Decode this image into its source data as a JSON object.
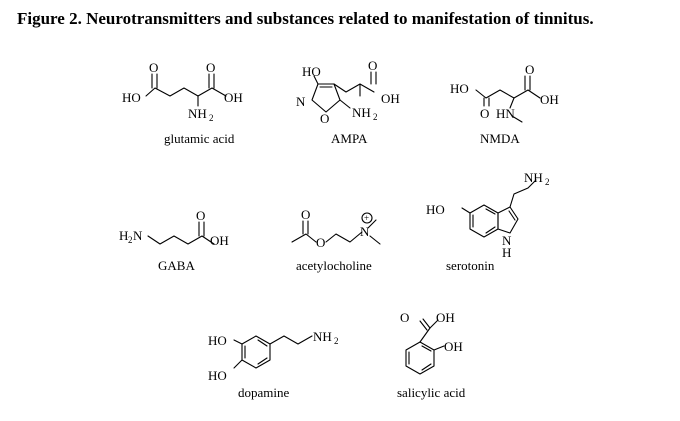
{
  "title": "Figure 2. Neurotransmitters and substances related to manifestation of tinnitus.",
  "molecules": [
    {
      "name": "glutamic acid",
      "atoms": {
        "o1": "O",
        "o2": "O",
        "ho": "HO",
        "oh": "OH",
        "nh": "NH",
        "nh_sub": "2"
      }
    },
    {
      "name": "AMPA",
      "atoms": {
        "ho": "HO",
        "o1": "O",
        "n": "N",
        "o_ring": "O",
        "oh": "OH",
        "nh": "NH",
        "nh_sub": "2"
      }
    },
    {
      "name": "NMDA",
      "atoms": {
        "ho": "HO",
        "o1": "O",
        "o2": "O",
        "oh": "OH",
        "hn": "HN"
      }
    },
    {
      "name": "GABA",
      "atoms": {
        "h2n": "H",
        "h2n_sub": "2",
        "h2n_n": "N",
        "o1": "O",
        "oh": "OH"
      }
    },
    {
      "name": "acetylocholine",
      "atoms": {
        "o1": "O",
        "o2": "O",
        "n": "N",
        "charge": "+"
      }
    },
    {
      "name": "serotonin",
      "atoms": {
        "ho": "HO",
        "nh": "NH",
        "nh_sub": "2",
        "n": "N",
        "h": "H"
      }
    },
    {
      "name": "dopamine",
      "atoms": {
        "ho1": "HO",
        "ho2": "HO",
        "nh": "NH",
        "nh_sub": "2"
      }
    },
    {
      "name": "salicylic acid",
      "atoms": {
        "o1": "O",
        "oh1": "OH",
        "oh2": "OH"
      }
    }
  ]
}
